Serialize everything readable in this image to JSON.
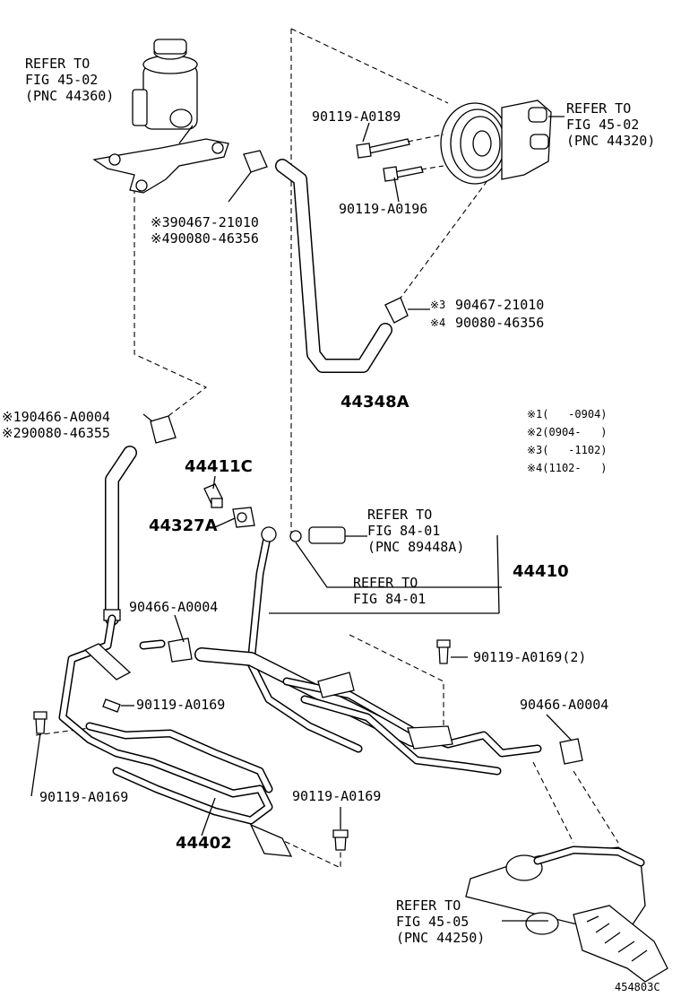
{
  "diagram_id": "454803C",
  "labels": {
    "ref_reservoir": "REFER TO\nFIG 45-02\n(PNC 44360)",
    "ref_pump": "REFER TO\nFIG 45-02\n(PNC 44320)",
    "ref_sensor": "REFER TO\nFIG 84-01\n(PNC 89448A)",
    "ref_fig84": "REFER TO\nFIG 84-01",
    "ref_gear": "REFER TO\nFIG 45-05\n(PNC 44250)",
    "bolt_a0189": "90119-A0189",
    "bolt_a0196": "90119-A0196",
    "clip_left": "※390467-21010\n※490080-46356",
    "clip_right_marks": "※3\n※4",
    "clip_right_parts": "90467-21010\n90080-46356",
    "hose_44348a": "44348A",
    "legend": "※1(   -0904)\n※2(0904-   )\n※3(   -1102)\n※4(1102-   )",
    "clip_return": "※190466-A0004\n※290080-46355",
    "part_44411c": "44411C",
    "part_44327a": "44327A",
    "part_44410": "44410",
    "clip_mid": "90466-A0004",
    "bolt_2": "90119-A0169(2)",
    "bolt_mid": "90119-A0169",
    "clip_right": "90466-A0004",
    "bolt_left": "90119-A0169",
    "bolt_bottom": "90119-A0169",
    "part_44402": "44402"
  }
}
